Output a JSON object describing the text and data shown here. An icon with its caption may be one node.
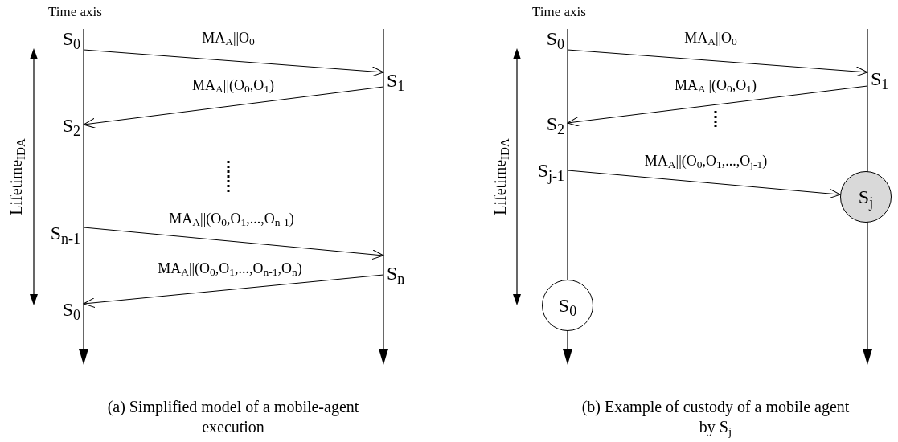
{
  "diagram": {
    "nodes": [
      {
        "text": [
          "S$_{0}$"
        ]
      },
      {
        "text": [
          "S$_{1}$"
        ]
      },
      {
        "text": [
          "S$_{2}$"
        ]
      },
      {
        "text": [
          "S$_{n-1}$"
        ]
      },
      {
        "text": [
          "S$_{n}$"
        ]
      },
      {
        "text": [
          "S$_{0}$"
        ]
      },
      {
        "text": [
          "S$_{0}$"
        ]
      },
      {
        "text": [
          "S$_{1}$"
        ]
      },
      {
        "text": [
          "S$_{2}$"
        ]
      },
      {
        "text": [
          "S$_{j-1}$"
        ]
      },
      {
        "text": [
          "S$_{j}$"
        ]
      },
      {
        "text": [
          "S$_{0}$"
        ]
      }
    ],
    "edges": [
      {
        "from": 0,
        "to": 1,
        "arrow": "to",
        "label": "MA$_{A}$||O$_{0}$"
      },
      {
        "from": 1,
        "to": 2,
        "arrow": "to",
        "label": "MA$_{A}$||(O$_{0}$,O$_{1}$)"
      },
      {
        "from": 3,
        "to": 4,
        "arrow": "to",
        "label": "MA$_{A}$||(O$_{0}$,O$_{1}$,...,O$_{n-1}$)"
      },
      {
        "from": 4,
        "to": 5,
        "arrow": "to",
        "label": "MA$_{A}$||(O$_{0}$,O$_{1}$,...,O$_{n-1}$,O$_{n}$)"
      },
      {
        "from": 6,
        "to": 7,
        "arrow": "to",
        "label": "MA$_{A}$||O$_{0}$"
      },
      {
        "from": 7,
        "to": 8,
        "arrow": "to",
        "label": "MA$_{A}$||(O$_{0}$,O$_{1}$)"
      },
      {
        "from": 9,
        "to": 10,
        "arrow": "to",
        "label": "MA$_{A}$||(O$_{0}$,O$_{1}$,...,O$_{j-1}$)"
      }
    ],
    "labels": [
      "Time axis",
      "Lifetime$_{IDA}$",
      "(a) Simplified model of a mobile-agent execution",
      "Time axis",
      "Lifetime$_{IDA}$",
      "(b) Example of custody of a mobile agent by S$_{j}$"
    ]
  }
}
